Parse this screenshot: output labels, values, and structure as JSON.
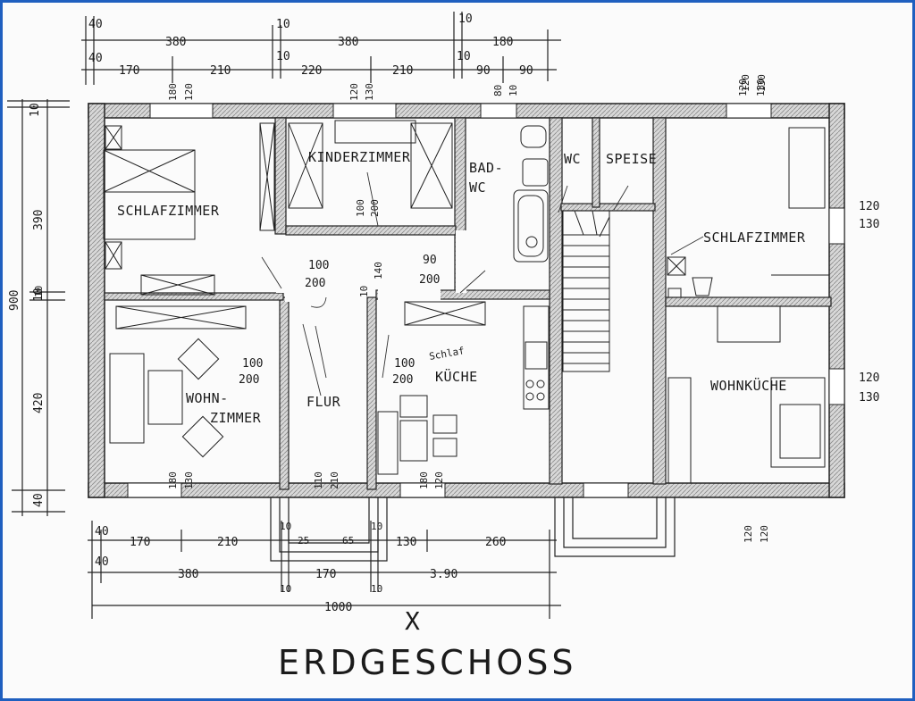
{
  "title": "ERDGESCHOSS",
  "title_mark": "X",
  "colors": {
    "frame": "#1f5fbf",
    "ink": "#1b1b1b",
    "paper": "#fbfbfb"
  },
  "rooms": {
    "schlafzimmer_left": "SCHLAFZIMMER",
    "kinderzimmer": "KINDERZIMMER",
    "bad_line1": "BAD-",
    "bad_line2": "WC",
    "wc": "WC",
    "speise": "SPEISE",
    "schlafzimmer_right": "SCHLAFZIMMER",
    "wohnzimmer_line1": "WOHN-",
    "wohnzimmer_line2": "ZIMMER",
    "flur": "FLUR",
    "kueche": "KÜCHE",
    "wohnkueche": "WOHNKÜCHE"
  },
  "dimensions": {
    "top_row1": [
      "40",
      "380",
      "10",
      "380",
      "10",
      "180"
    ],
    "top_row2": [
      "40",
      "170",
      "210",
      "10",
      "220",
      "210",
      "10",
      "90",
      "90"
    ],
    "left_col": [
      "10",
      "390",
      "900",
      "10",
      "420",
      "40"
    ],
    "window_marks": [
      "180",
      "120",
      "120",
      "130",
      "80",
      "10",
      "120",
      "130"
    ],
    "door_marks": [
      "100",
      "200",
      "90",
      "200",
      "100",
      "200",
      "100",
      "200",
      "100",
      "200",
      "10",
      "140",
      "10"
    ],
    "right_side": [
      "120",
      "130",
      "120",
      "130",
      "120",
      "130"
    ],
    "bottom_row1": [
      "40",
      "170",
      "210",
      "10",
      "25",
      "65",
      "10",
      "130",
      "260"
    ],
    "bottom_row2": [
      "40",
      "380",
      "10",
      "170",
      "10",
      "3.90"
    ],
    "bottom_total": "1000",
    "bottom_window_marks": [
      "180",
      "130",
      "110",
      "210",
      "180",
      "120"
    ],
    "bottom_right": [
      "120",
      "120"
    ]
  },
  "annotations": {
    "kueche_note": "Schlaf"
  }
}
